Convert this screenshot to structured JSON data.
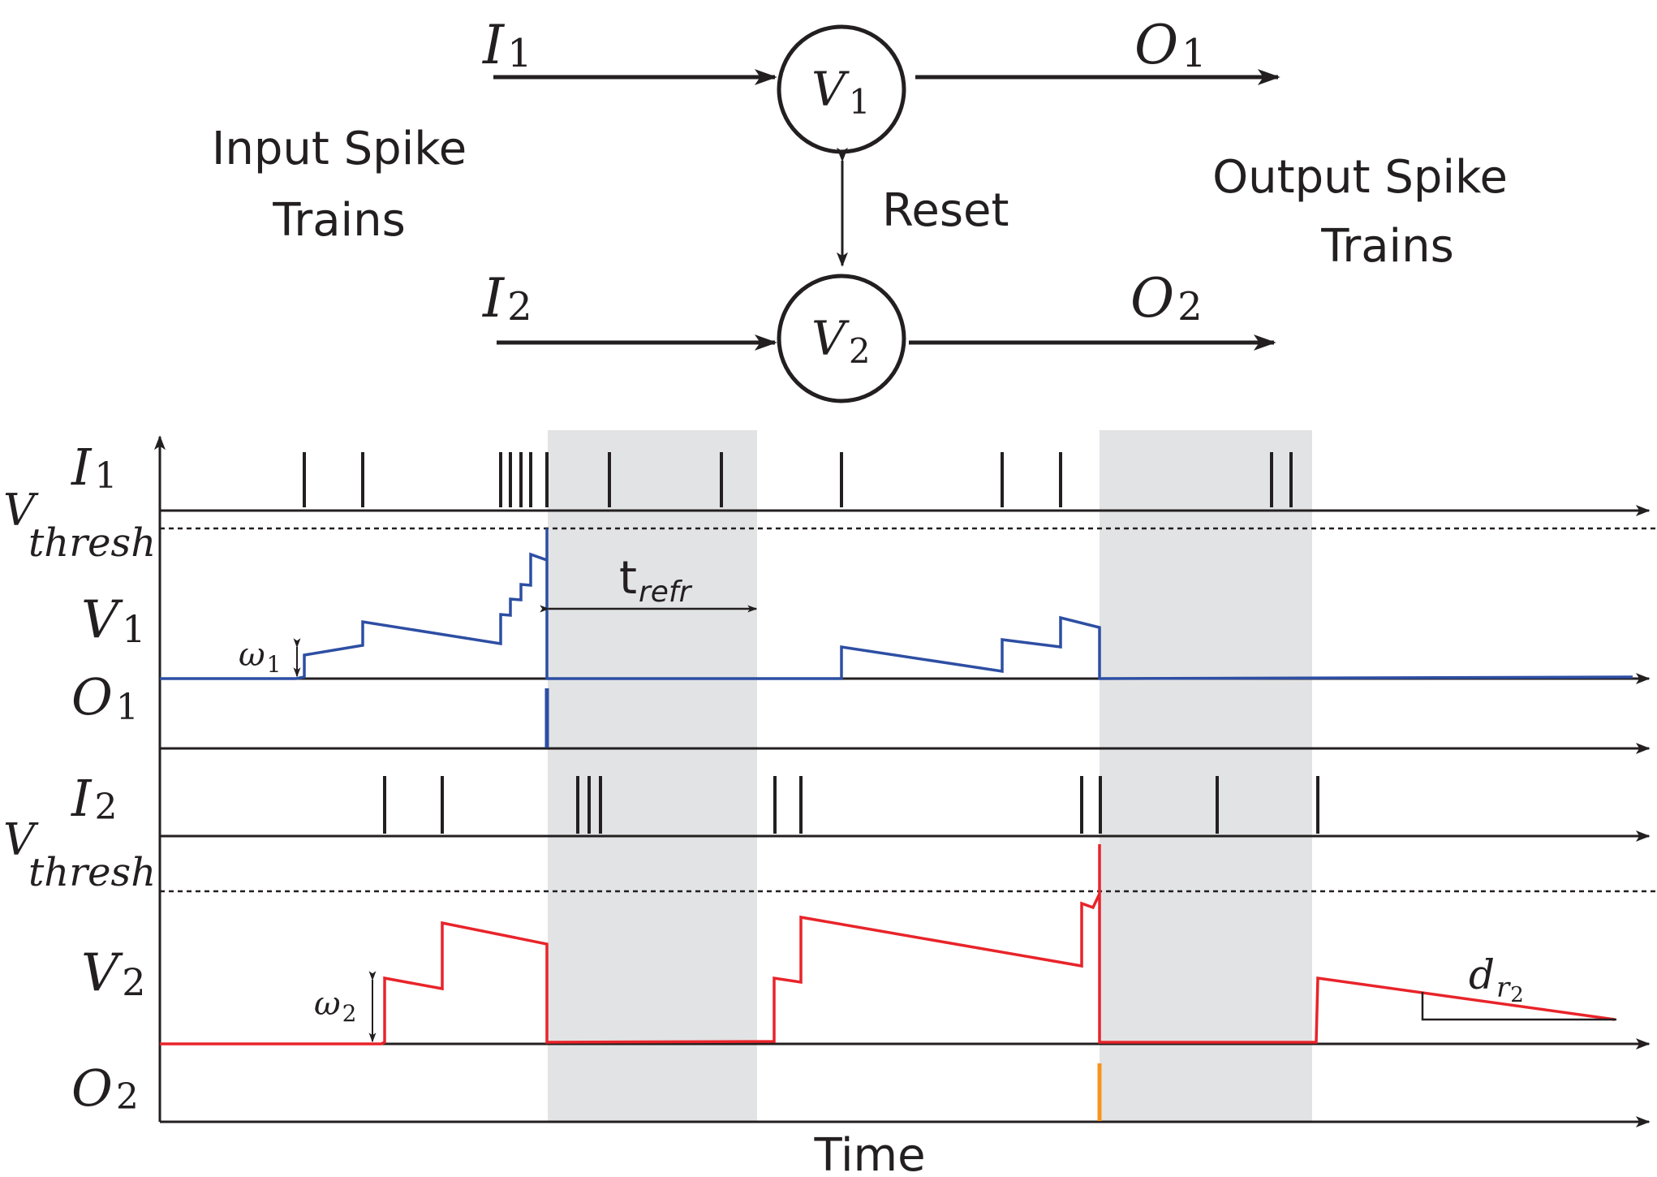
{
  "network": {
    "input_label": "Input Spike",
    "input_label_2": "Trains",
    "output_label": "Output Spike",
    "output_label_2": "Trains",
    "reset_label": "Reset",
    "neuron1": {
      "name": "V",
      "sub": "1"
    },
    "neuron2": {
      "name": "V",
      "sub": "2"
    },
    "in1": {
      "name": "I",
      "sub": "1"
    },
    "in2": {
      "name": "I",
      "sub": "2"
    },
    "out1": {
      "name": "O",
      "sub": "1"
    },
    "out2": {
      "name": "O",
      "sub": "2"
    }
  },
  "timeline": {
    "xlabel": "Time",
    "rows": {
      "i1": {
        "name": "I",
        "sub": "1"
      },
      "vthresh1": {
        "name": "V",
        "sub": "thresh"
      },
      "v1": {
        "name": "V",
        "sub": "1"
      },
      "o1": {
        "name": "O",
        "sub": "1"
      },
      "i2": {
        "name": "I",
        "sub": "2"
      },
      "vthresh2": {
        "name": "V",
        "sub": "thresh"
      },
      "v2": {
        "name": "V",
        "sub": "2"
      },
      "o2": {
        "name": "O",
        "sub": "2"
      }
    },
    "annotations": {
      "t_refr": {
        "name": "t",
        "sub": "refr"
      },
      "omega1": {
        "name": "ω",
        "sub": "1"
      },
      "omega2": {
        "name": "ω",
        "sub": "2"
      },
      "decay": {
        "name": "d",
        "sub": "r",
        "subsub": "2"
      }
    }
  },
  "colors": {
    "ink": "#231f20",
    "v1_trace": "#2d4ea3",
    "v2_trace": "#e8242a",
    "o2_spike": "#f7941d",
    "refractory_shade": "#e2e3e4"
  }
}
